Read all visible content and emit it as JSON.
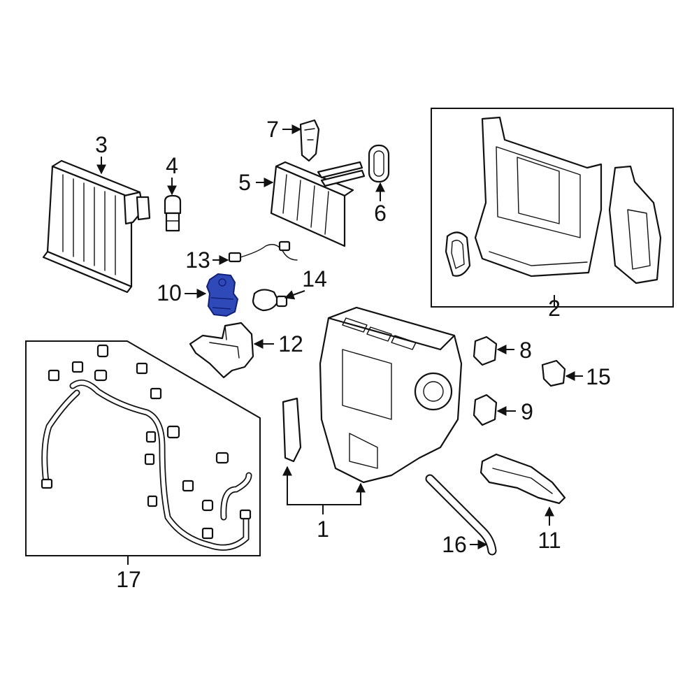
{
  "diagram": {
    "highlight_color": "#2f49b8",
    "callouts": {
      "c1": "1",
      "c2": "2",
      "c3": "3",
      "c4": "4",
      "c5": "5",
      "c6": "6",
      "c7": "7",
      "c8": "8",
      "c9": "9",
      "c10": "10",
      "c11": "11",
      "c12": "12",
      "c13": "13",
      "c14": "14",
      "c15": "15",
      "c16": "16",
      "c17": "17"
    }
  }
}
